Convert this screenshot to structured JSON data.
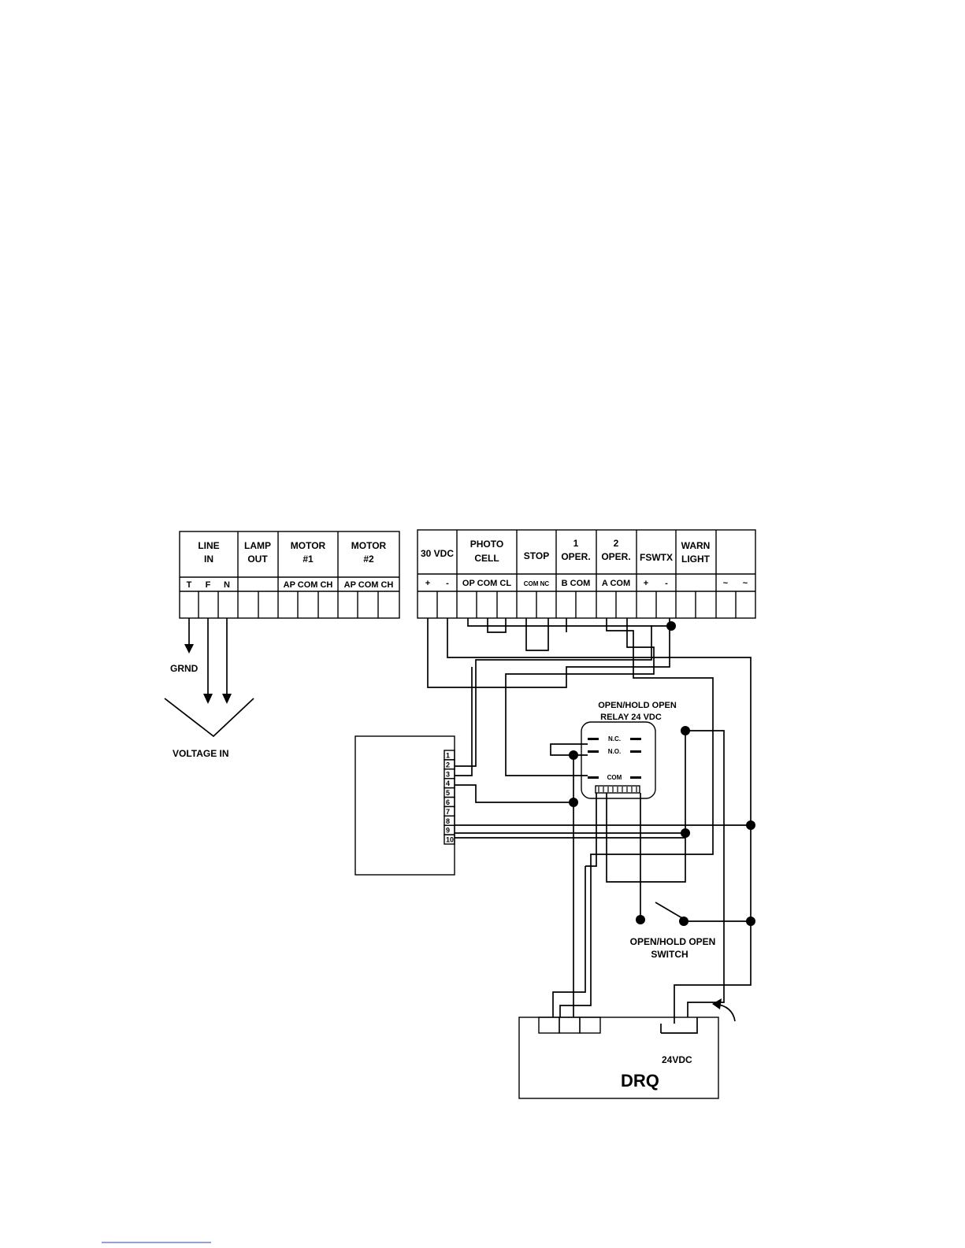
{
  "terminal_blocks": {
    "left": [
      {
        "header": [
          "LINE",
          "IN"
        ],
        "terminals": [
          "T",
          "F",
          "N"
        ]
      },
      {
        "header": [
          "LAMP",
          "OUT"
        ],
        "terminals": []
      },
      {
        "header": [
          "MOTOR",
          "#1"
        ],
        "terminals": [
          "AP COM CH"
        ]
      },
      {
        "header": [
          "MOTOR",
          "#2"
        ],
        "terminals": [
          "AP COM CH"
        ]
      }
    ],
    "right": [
      {
        "header": [
          "30 VDC"
        ],
        "terminals": [
          "+",
          "-"
        ]
      },
      {
        "header": [
          "PHOTO",
          "CELL"
        ],
        "terminals": [
          "OP COM CL"
        ]
      },
      {
        "header": [
          "STOP"
        ],
        "terminals": [
          "COM NC"
        ]
      },
      {
        "header": [
          "1",
          "OPER."
        ],
        "terminals": [
          "B COM"
        ]
      },
      {
        "header": [
          "2",
          "OPER."
        ],
        "terminals": [
          "A COM"
        ]
      },
      {
        "header": [
          "FSWTX"
        ],
        "terminals": [
          "+",
          "-"
        ]
      },
      {
        "header": [
          "WARN",
          "LIGHT"
        ],
        "terminals": []
      },
      {
        "header": [],
        "terminals": [
          "~",
          "~"
        ]
      }
    ]
  },
  "labels": {
    "grnd": "GRND",
    "voltage_in": "VOLTAGE IN",
    "relay_title_1": "OPEN/HOLD OPEN",
    "relay_title_2": "RELAY 24 VDC",
    "relay_nc": "N.C.",
    "relay_no": "N.O.",
    "relay_com": "COM",
    "switch_1": "OPEN/HOLD OPEN",
    "switch_2": "SWITCH",
    "drq_voltage": "24VDC",
    "drq": "DRQ"
  },
  "connector_pins": [
    "1",
    "2",
    "3",
    "4",
    "5",
    "6",
    "7",
    "8",
    "9",
    "10"
  ]
}
